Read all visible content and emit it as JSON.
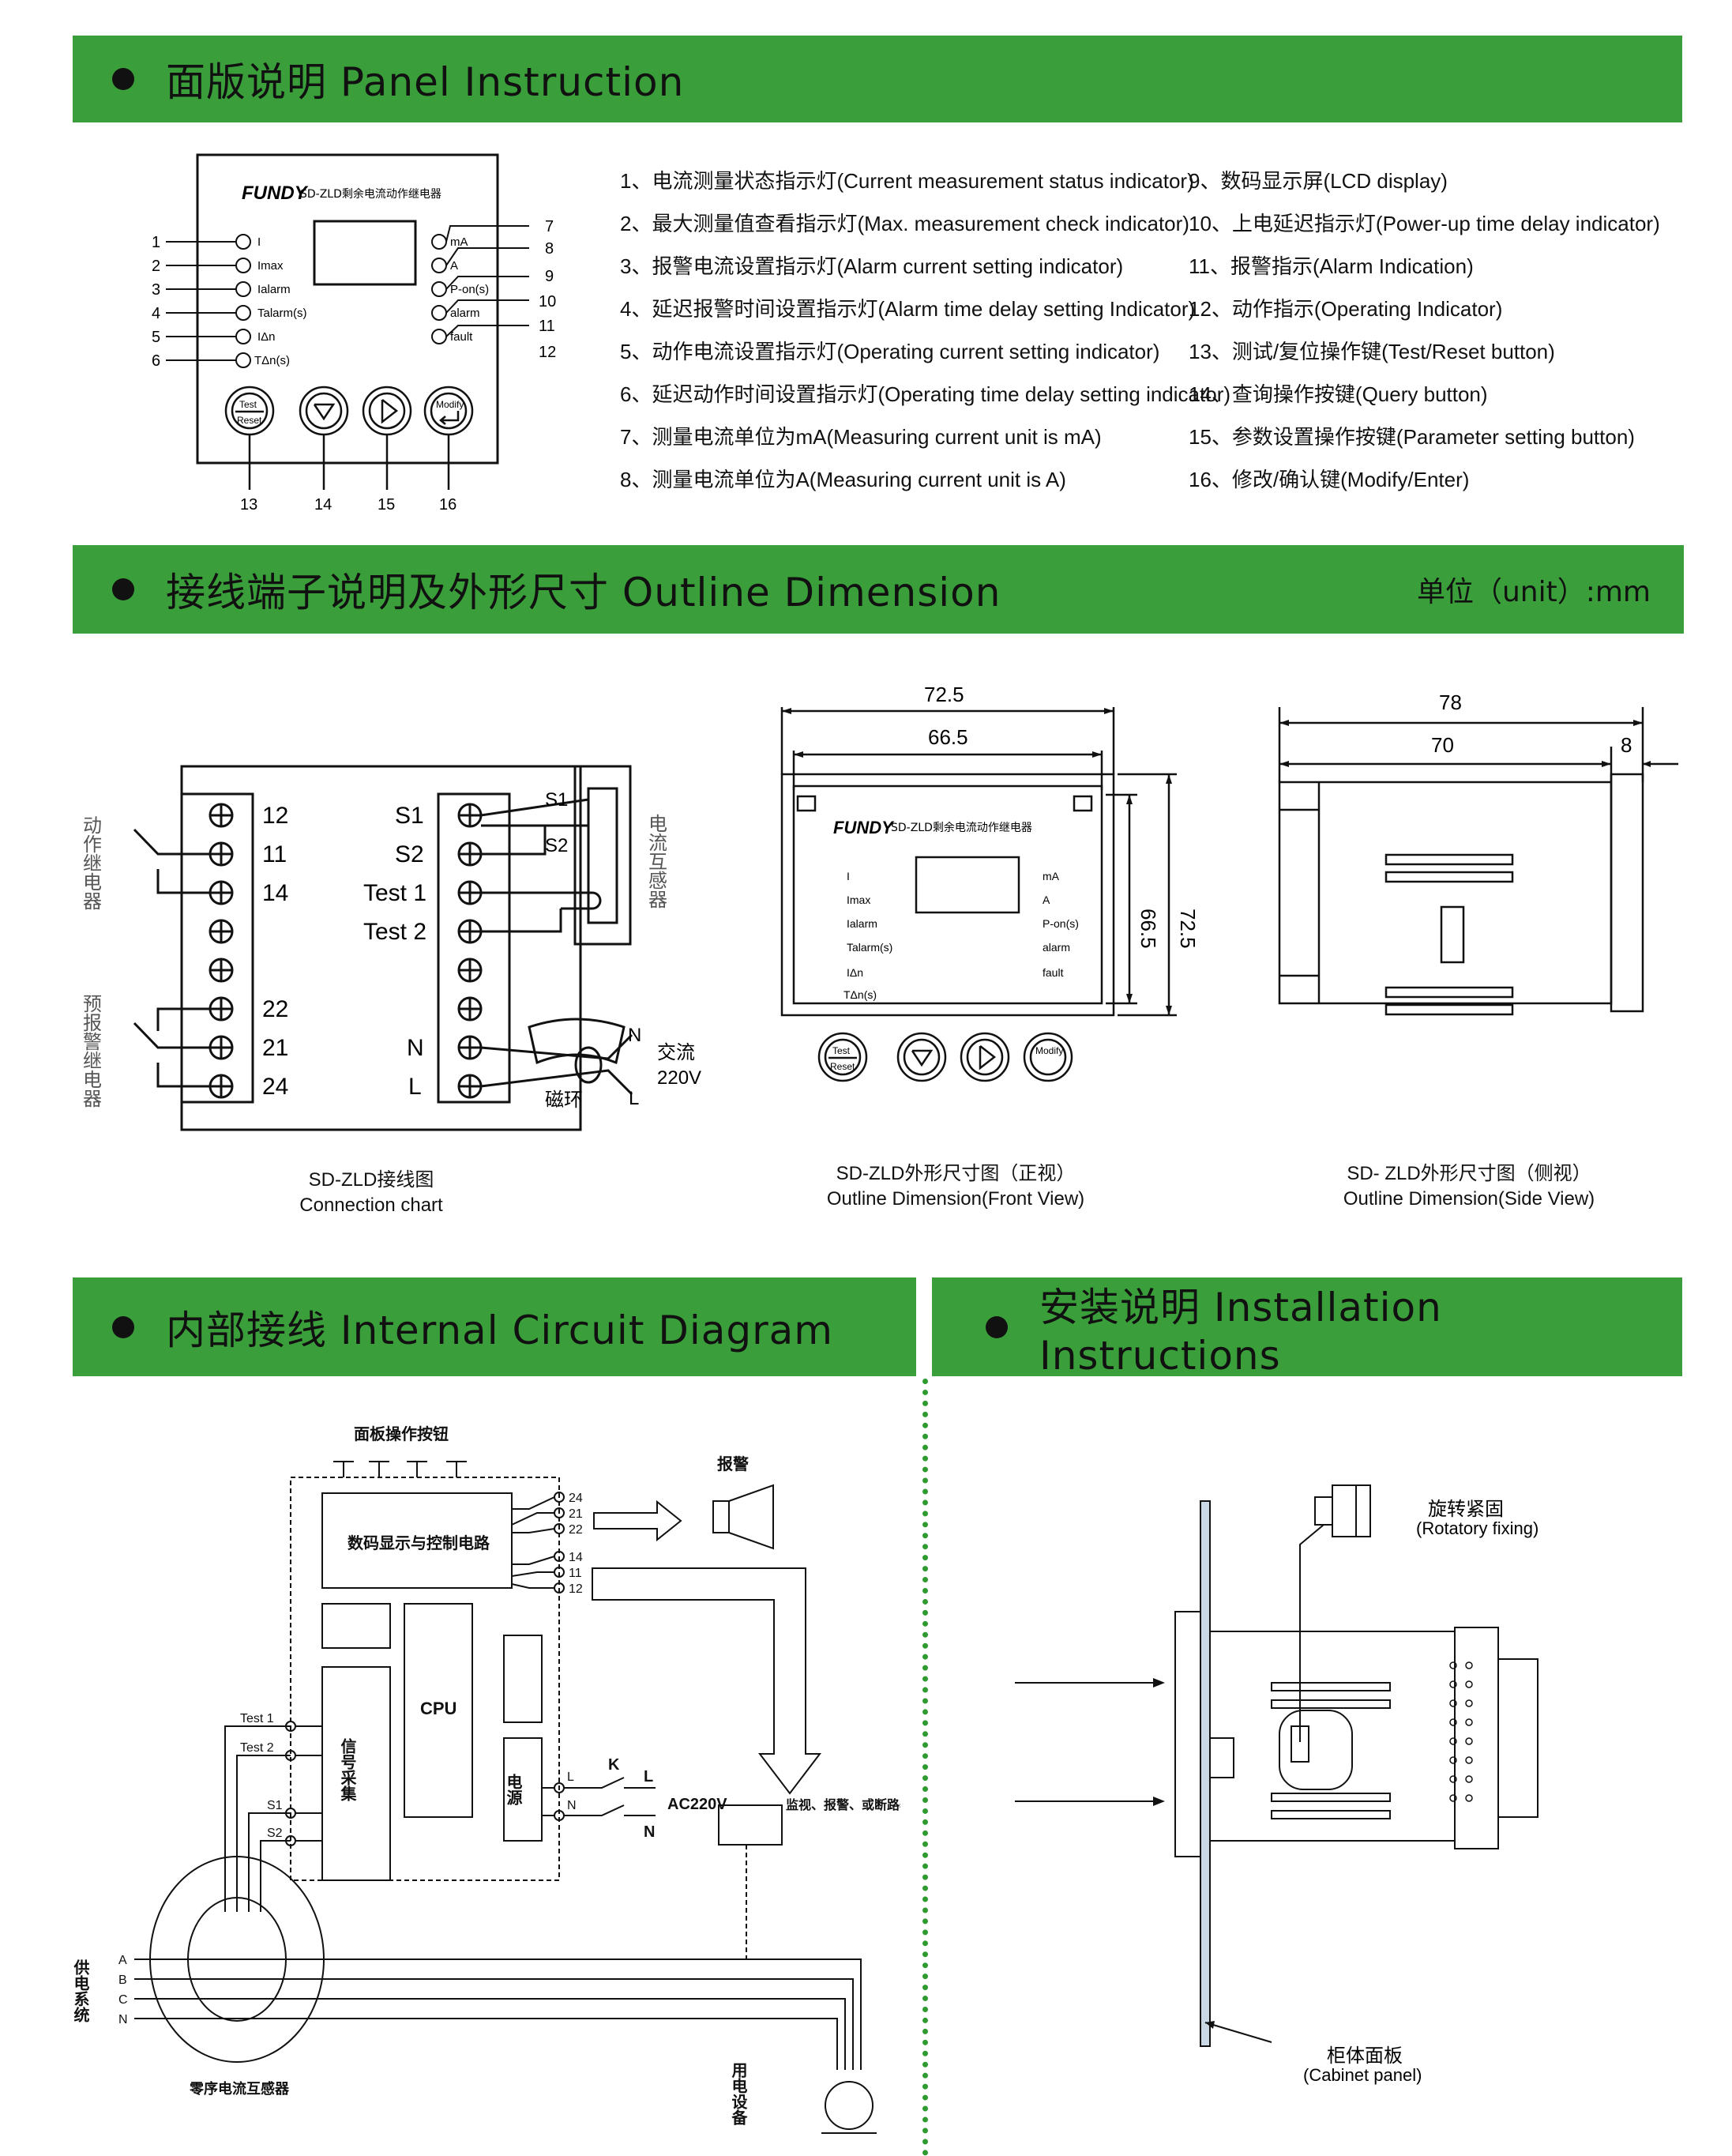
{
  "sections": {
    "panel": "面版说明  Panel Instruction",
    "outline": "接线端子说明及外形尺寸 Outline Dimension",
    "outline_unit": "单位（unit）:mm",
    "internal": "内部接线 Internal Circuit Diagram",
    "install": "安装说明 Installation Instructions"
  },
  "panel": {
    "brand": "FUNDY",
    "model": "SD-ZLD剩余电流动作继电器",
    "left_leds": [
      "I",
      "Imax",
      "Ialarm",
      "Talarm(s)",
      "IΔn",
      "TΔn(s)"
    ],
    "right_leds": [
      "mA",
      "A",
      "P-on(s)",
      "alarm",
      "fault"
    ],
    "left_nums": [
      "1",
      "2",
      "3",
      "4",
      "5",
      "6"
    ],
    "right_nums": [
      "7",
      "8",
      "9",
      "10",
      "11",
      "12"
    ],
    "bottom_nums": [
      "13",
      "14",
      "15",
      "16"
    ],
    "btn_test": "Test",
    "btn_reset": "Reset",
    "btn_modify": "Modify"
  },
  "legend_left": [
    "1、电流测量状态指示灯(Current measurement status indicator)",
    "2、最大测量值查看指示灯(Max. measurement check indicator)",
    "3、报警电流设置指示灯(Alarm current setting indicator)",
    "4、延迟报警时间设置指示灯(Alarm time delay setting Indicator)",
    "5、动作电流设置指示灯(Operating current setting indicator)",
    "6、延迟动作时间设置指示灯(Operating time delay setting indicator)",
    "7、测量电流单位为mA(Measuring current unit is mA)",
    "8、测量电流单位为A(Measuring current unit is A)"
  ],
  "legend_right": [
    "9、数码显示屏(LCD display)",
    "10、上电延迟指示灯(Power-up time delay indicator)",
    "11、报警指示(Alarm Indication)",
    "12、动作指示(Operating Indicator)",
    "13、测试/复位操作键(Test/Reset button)",
    "14、查询操作按键(Query button)",
    "15、参数设置操作按键(Parameter setting button)",
    "16、修改/确认键(Modify/Enter)"
  ],
  "connection": {
    "relay1": "动作继电器",
    "relay2": "预报警继电器",
    "left_terms": [
      "12",
      "11",
      "14",
      "",
      "",
      "22",
      "21",
      "24"
    ],
    "right_terms": [
      "S1",
      "S2",
      "Test 1",
      "Test 2",
      "",
      "",
      "N",
      "L"
    ],
    "ct_label": "电流互感器",
    "s1": "S1",
    "s2": "S2",
    "ring": "磁环",
    "n": "N",
    "l": "L",
    "ac": "交流",
    "v": "220V",
    "cap1": "SD-ZLD接线图",
    "cap2": "Connection chart"
  },
  "front": {
    "w1": "72.5",
    "w2": "66.5",
    "h1": "66.5",
    "h2": "72.5",
    "cap1": "SD-ZLD外形尺寸图（正视）",
    "cap2": "Outline Dimension(Front View)"
  },
  "side": {
    "w1": "78",
    "w2": "70",
    "w3": "8",
    "cap1": "SD- ZLD外形尺寸图（侧视）",
    "cap2": "Outline Dimension(Side View)"
  },
  "circuit": {
    "buttons": "面板操作按钮",
    "display": "数码显示与控制电路",
    "cpu": "CPU",
    "signal": "信号采集",
    "power": "电源",
    "alarm": "报警",
    "monitor": "监视、报警、或断路器执行机构",
    "t24": "24",
    "t21": "21",
    "t22": "22",
    "t14": "14",
    "t11": "11",
    "t12": "12",
    "test1": "Test 1",
    "test2": "Test 2",
    "s1": "S1",
    "s2": "S2",
    "l": "L",
    "n": "N",
    "k": "K",
    "ac": "AC220V",
    "supply": "供电系统",
    "phases": [
      "A",
      "B",
      "C",
      "N"
    ],
    "ct": "零序电流互感器",
    "load": "用电设备"
  },
  "install": {
    "rot_cn": "旋转紧固",
    "rot_en": "(Rotatory fixing)",
    "cab_cn": "柜体面板",
    "cab_en": "(Cabinet panel)"
  }
}
